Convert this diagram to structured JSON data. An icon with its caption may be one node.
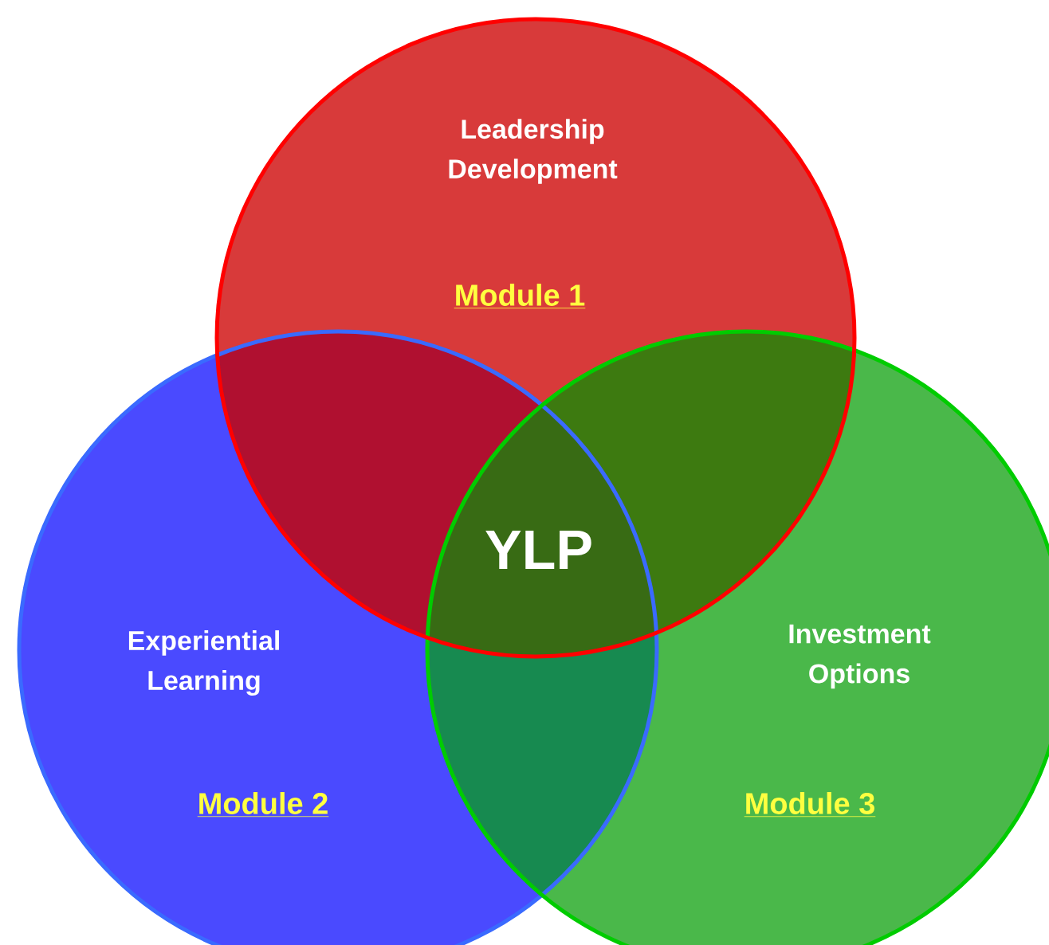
{
  "diagram": {
    "nodes": [
      {
        "text": [
          "Leadership Development",
          "Module 1"
        ]
      },
      {
        "text": [
          "Experiential Learning",
          "Module 2"
        ]
      },
      {
        "text": [
          "Investment Options",
          "Module 3"
        ]
      }
    ],
    "labels": [
      "YLP"
    ]
  }
}
